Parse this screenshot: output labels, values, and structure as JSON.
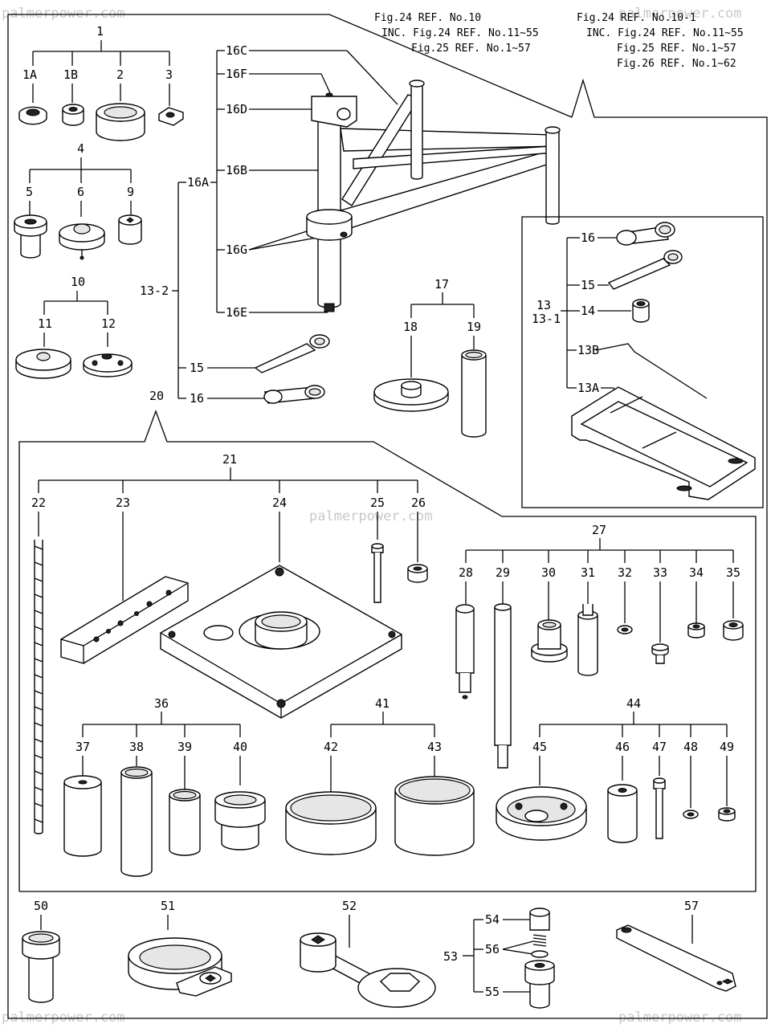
{
  "watermark": "palmerpower.com",
  "reference_notes": {
    "left": {
      "line1": "Fig.24 REF. No.10",
      "line2": "INC. Fig.24  REF. No.11~55",
      "line3": "Fig.25  REF. No.1~57"
    },
    "right": {
      "line1": "Fig.24 REF. No.10-1",
      "line2": "INC. Fig.24  REF. No.11~55",
      "line3": "Fig.25  REF. No.1~57",
      "line4": "Fig.26  REF. No.1~62"
    }
  },
  "labels": {
    "p1": "1",
    "p1A": "1A",
    "p1B": "1B",
    "p2": "2",
    "p3": "3",
    "p4": "4",
    "p5": "5",
    "p6": "6",
    "p9": "9",
    "p10": "10",
    "p11": "11",
    "p12": "12",
    "p13": "13",
    "p13_1": "13-1",
    "p13_2": "13-2",
    "p13A": "13A",
    "p13B": "13B",
    "p14": "14",
    "p15": "15",
    "p16": "16",
    "p15b": "15",
    "p16b": "16",
    "p16A": "16A",
    "p16B": "16B",
    "p16C": "16C",
    "p16D": "16D",
    "p16E": "16E",
    "p16F": "16F",
    "p16G": "16G",
    "p17": "17",
    "p18": "18",
    "p19": "19",
    "p20": "20",
    "p21": "21",
    "p22": "22",
    "p23": "23",
    "p24": "24",
    "p25": "25",
    "p26": "26",
    "p27": "27",
    "p28": "28",
    "p29": "29",
    "p30": "30",
    "p31": "31",
    "p32": "32",
    "p33": "33",
    "p34": "34",
    "p35": "35",
    "p36": "36",
    "p37": "37",
    "p38": "38",
    "p39": "39",
    "p40": "40",
    "p41": "41",
    "p42": "42",
    "p43": "43",
    "p44": "44",
    "p45": "45",
    "p46": "46",
    "p47": "47",
    "p48": "48",
    "p49": "49",
    "p50": "50",
    "p51": "51",
    "p52": "52",
    "p53": "53",
    "p54": "54",
    "p55": "55",
    "p56": "56",
    "p57": "57"
  }
}
